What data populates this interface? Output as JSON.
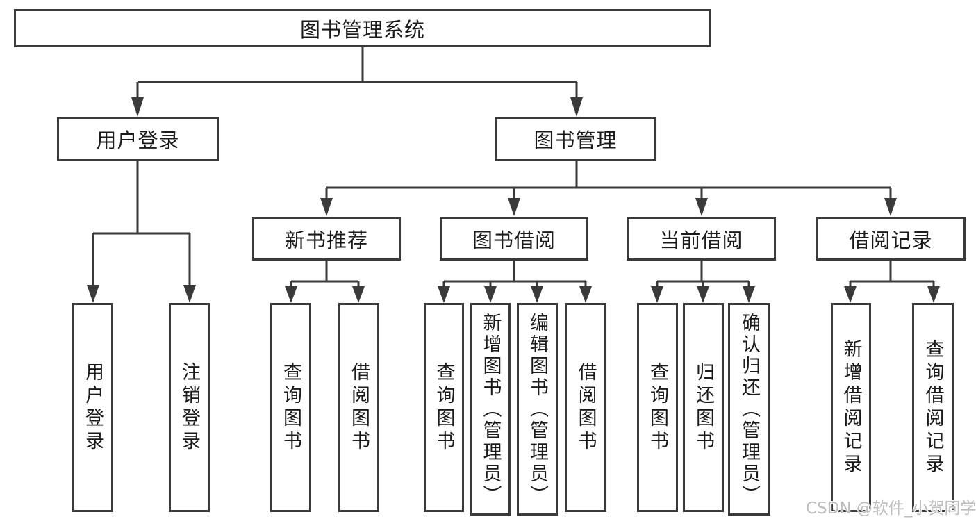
{
  "tree": {
    "root": {
      "label": "图书管理系统",
      "children": [
        {
          "label": "用户登录",
          "children": [
            {
              "label": "用户登录"
            },
            {
              "label": "注销登录"
            }
          ]
        },
        {
          "label": "图书管理",
          "children": [
            {
              "label": "新书推荐",
              "children": [
                {
                  "label": "查询图书"
                },
                {
                  "label": "借阅图书"
                }
              ]
            },
            {
              "label": "图书借阅",
              "children": [
                {
                  "label": "查询图书"
                },
                {
                  "label": "新增图书（管理员）"
                },
                {
                  "label": "编辑图书（管理员）"
                },
                {
                  "label": "借阅图书"
                }
              ]
            },
            {
              "label": "当前借阅",
              "children": [
                {
                  "label": "查询图书"
                },
                {
                  "label": "归还图书"
                },
                {
                  "label": "确认归还（管理员）"
                }
              ]
            },
            {
              "label": "借阅记录",
              "children": [
                {
                  "label": "新增借阅记录"
                },
                {
                  "label": "查询借阅记录"
                }
              ]
            }
          ]
        }
      ]
    }
  },
  "watermark": {
    "text": "CSDN @软件_小贺同学"
  },
  "colors": {
    "line": "#3a3a3a",
    "box_border": "#3a3a3a",
    "text": "#1b1b1b",
    "watermark": "#bdbdbd",
    "background": "#ffffff"
  }
}
